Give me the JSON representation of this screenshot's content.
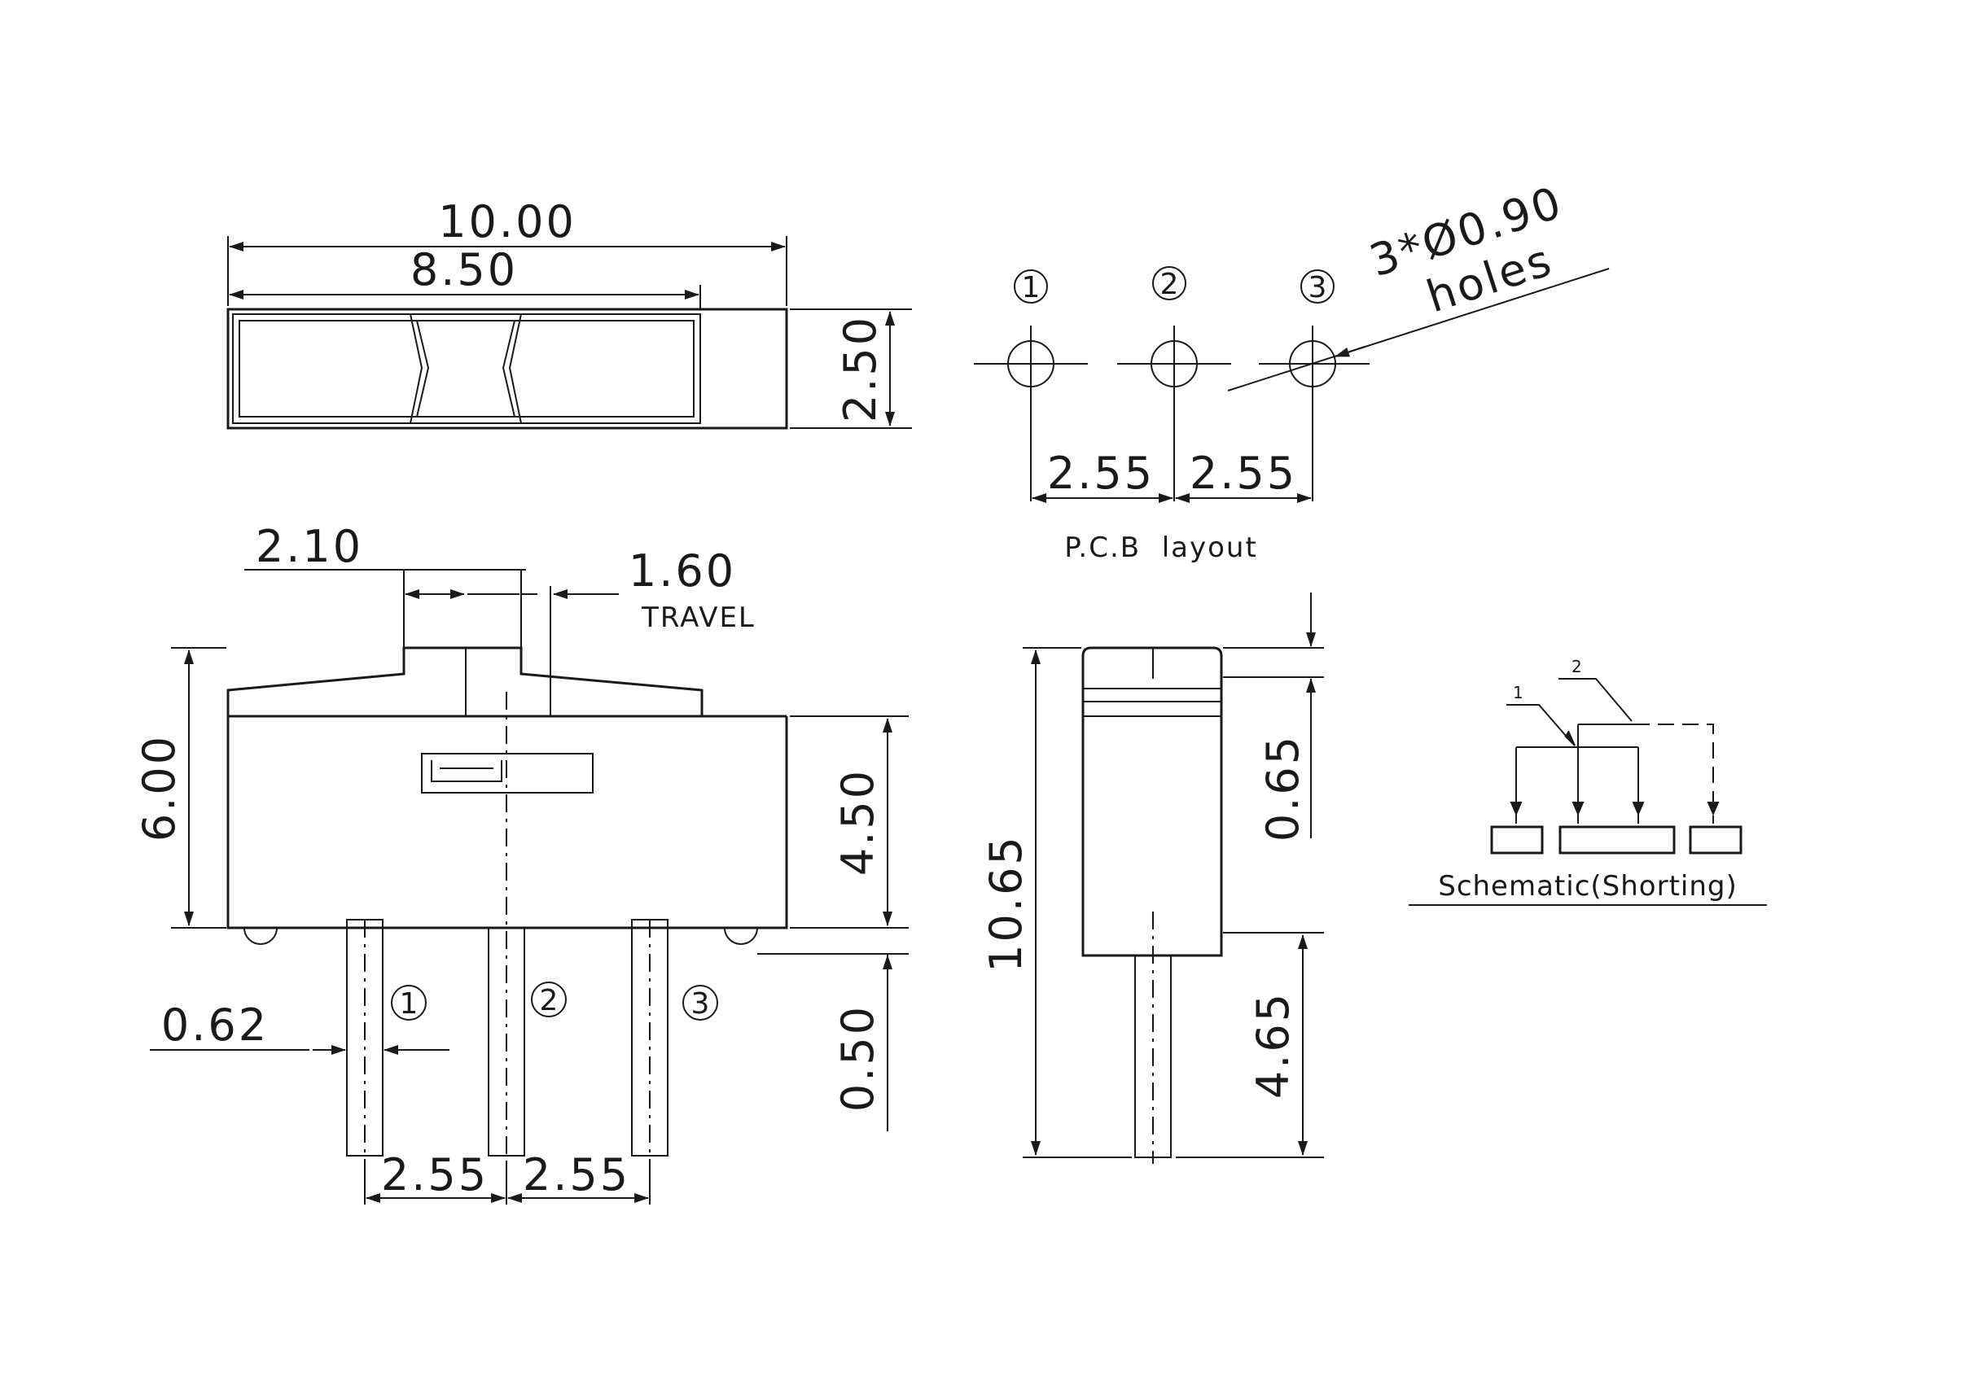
{
  "top_view": {
    "overall_width": "10.00",
    "slot_width": "8.50",
    "depth": "2.50"
  },
  "pcb_layout": {
    "pins": [
      "1",
      "2",
      "3"
    ],
    "hole_callout_line1": "3*Ø0.90",
    "hole_callout_line2": "holes",
    "pitch_left": "2.55",
    "pitch_right": "2.55",
    "caption": "P.C.B  layout"
  },
  "front_view": {
    "actuator_width": "2.10",
    "travel_value": "1.60",
    "travel_label": "TRAVEL",
    "total_height": "6.00",
    "body_height": "4.50",
    "standoff": "0.50",
    "pin_width": "0.62",
    "pins": [
      "1",
      "2",
      "3"
    ],
    "pitch_left": "2.55",
    "pitch_right": "2.55"
  },
  "side_view": {
    "overall_height": "10.65",
    "top_step": "0.65",
    "pin_length": "4.65"
  },
  "schematic": {
    "caption": "Schematic(Shorting)",
    "pos1": "1",
    "pos2": "2"
  }
}
